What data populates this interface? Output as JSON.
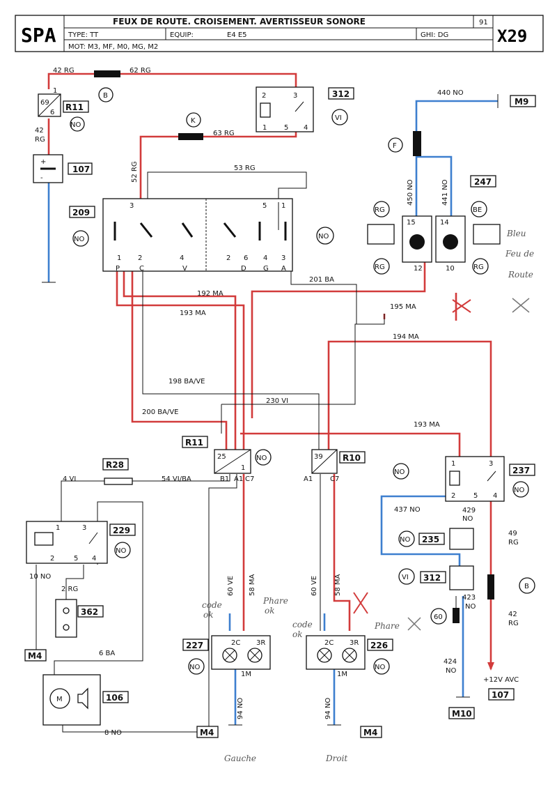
{
  "header": {
    "brand": "SPA",
    "title": "FEUX DE ROUTE. CROISEMENT. AVERTISSEUR SONORE",
    "page_no": "91",
    "code": "X29",
    "type_label": "TYPE: TT",
    "equip_label": "EQUIP:",
    "equip_value": "E4 E5",
    "ghi_label": "GHI: DG",
    "mot_label": "MOT: M3, MF, M0, MG, M2"
  },
  "components": {
    "c312_top": "312",
    "vi_top": "VI",
    "c107_left": "107",
    "c209": "209",
    "no_209_left": "NO",
    "no_209_right": "NO",
    "r11_top": "R11",
    "no_r11_top": "NO",
    "c247": "247",
    "be": "BE",
    "rg_a": "RG",
    "rg_b": "RG",
    "rg_c": "RG",
    "m9": "M9",
    "r11_mid": "R11",
    "no_r11_mid": "NO",
    "r10": "R10",
    "no_r10": "NO",
    "c237": "237",
    "no_237": "NO",
    "r28": "R28",
    "c229": "229",
    "no_229": "NO",
    "c362": "362",
    "m4_left": "M4",
    "c106": "106",
    "c235": "235",
    "no_235": "NO",
    "c312_bot": "312",
    "vi_bot": "VI",
    "c60": "60",
    "c227": "227",
    "no_227": "NO",
    "c226": "226",
    "no_226": "NO",
    "m4_bot_left": "M4",
    "m4_bot_right": "M4",
    "m10": "M10",
    "c107_bot": "107",
    "supply": "+12V AVC"
  },
  "connectors": {
    "b_top": "B",
    "k": "K",
    "f": "F",
    "b_right": "B"
  },
  "wires": {
    "w42rg_top": "42 RG",
    "w62rg": "62 RG",
    "w42rg_side_a": "42",
    "w42rg_side_b": "RG",
    "w63rg": "63 RG",
    "w52rg": "52 RG",
    "w53rg": "53 RG",
    "w440no": "440 NO",
    "w450no": "450 NO",
    "w441no": "441 NO",
    "w201ba": "201 BA",
    "w192ma": "192 MA",
    "w193ma_a": "193 MA",
    "w195ma": "195 MA",
    "w194ma": "194 MA",
    "w198bave": "198 BA/VE",
    "w230vi": "230 VI",
    "w200bave": "200 BA/VE",
    "w193ma_b": "193 MA",
    "w4vi": "4 VI",
    "w54viba": "54 VI/BA",
    "w437no": "437 NO",
    "w429no_a": "429",
    "w429no_b": "NO",
    "w49rg_a": "49",
    "w49rg_b": "RG",
    "w10no": "10 NO",
    "w2rg": "2 RG",
    "w6ba": "6 BA",
    "w8no": "8 NO",
    "w60ve_l": "60 VE",
    "w58ma_l": "58 MA",
    "w60ve_r": "60 VE",
    "w58ma_r": "58 MA",
    "w423no_a": "423",
    "w423no_b": "NO",
    "w42rg_bot_a": "42",
    "w42rg_bot_b": "RG",
    "w424no_a": "424",
    "w424no_b": "NO",
    "w94no_l": "94 NO",
    "w94no_r": "94 NO"
  },
  "pins": {
    "sw_3": "3",
    "sw_5": "5",
    "sw_1": "1",
    "sw_p1": "1",
    "sw_2": "2",
    "sw_4": "4",
    "sw_2b": "2",
    "sw_6": "6",
    "sw_4b": "4",
    "sw_3b": "3",
    "sw_P": "P",
    "sw_C": "C",
    "sw_V": "V",
    "sw_D": "D",
    "sw_G": "G",
    "sw_A": "A",
    "r312_2": "2",
    "r312_3": "3",
    "r312_1": "1",
    "r312_5": "5",
    "r312_4": "4",
    "rel_69": "69",
    "rel_6": "6",
    "rel_1": "1",
    "lamp_15": "15",
    "lamp_14": "14",
    "lamp_12": "12",
    "lamp_10": "10",
    "rel25": "25",
    "rel25_1": "1",
    "rel25_b1": "B1",
    "rel25_a1": "A1",
    "rel25_c7": "C7",
    "rel39": "39",
    "rel39_a1": "A1",
    "rel39_c7": "C7",
    "r237_1": "1",
    "r237_3": "3",
    "r237_2": "2",
    "r237_5": "5",
    "r237_4": "4",
    "r229_1": "1",
    "r229_3": "3",
    "r229_2": "2",
    "r229_5": "5",
    "r229_4": "4",
    "l227_2c": "2C",
    "l227_3r": "3R",
    "l227_1m": "1M",
    "l226_2c": "2C",
    "l226_3r": "3R",
    "l226_1m": "1M"
  },
  "handwriting": {
    "bleu_1": "Bleu",
    "bleu_2": "Feu de",
    "bleu_3": "Route",
    "code_ok_l1": "code",
    "code_ok_l2": "ok",
    "phare_ok_1": "Phare",
    "phare_ok_2": "ok",
    "code_ok_r1": "code",
    "code_ok_r2": "ok",
    "phare_x": "Phare",
    "gauche": "Gauche",
    "droit": "Droit"
  },
  "colors": {
    "red_wire": "#d23b3b",
    "blue_wire": "#3d7fcf",
    "ink": "#111111"
  }
}
